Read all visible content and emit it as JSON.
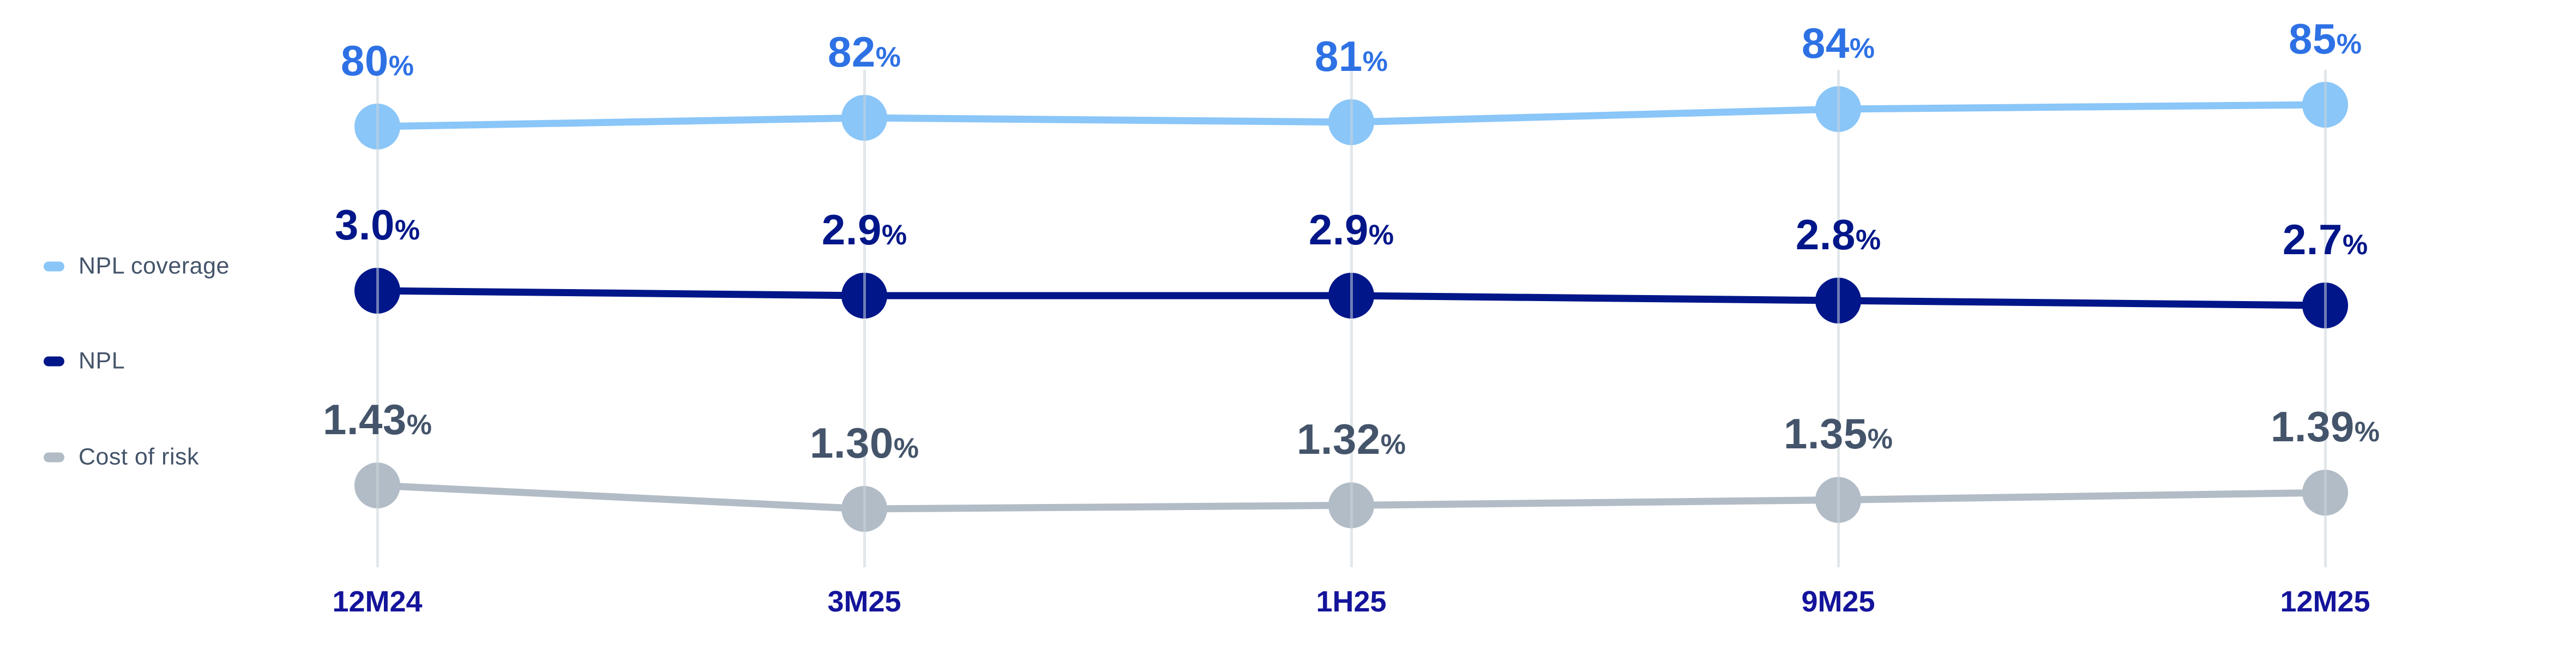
{
  "chart_data": {
    "type": "line",
    "categories": [
      "12M24",
      "3M25",
      "1H25",
      "9M25",
      "12M25"
    ],
    "series": [
      {
        "name": "NPL coverage",
        "values": [
          80,
          82,
          81,
          84,
          85
        ],
        "value_labels": [
          "80",
          "82",
          "81",
          "84",
          "85"
        ],
        "unit": "%",
        "color": "#8AC6F8",
        "label_color": "#2E71E5"
      },
      {
        "name": "NPL",
        "values": [
          3.0,
          2.9,
          2.9,
          2.8,
          2.7
        ],
        "value_labels": [
          "3.0",
          "2.9",
          "2.9",
          "2.8",
          "2.7"
        ],
        "unit": "%",
        "color": "#001689",
        "label_color": "#001689"
      },
      {
        "name": "Cost of risk",
        "values": [
          1.43,
          1.3,
          1.32,
          1.35,
          1.39
        ],
        "value_labels": [
          "1.43",
          "1.30",
          "1.32",
          "1.35",
          "1.39"
        ],
        "unit": "%",
        "color": "#B2BCC6",
        "label_color": "#44546A"
      }
    ],
    "title": "",
    "xlabel": "",
    "ylabel": "",
    "legend_position": "left",
    "grid": "vertical-per-category",
    "x_label_color": "#14149B",
    "gridline_color": "rgba(203,211,219,0.55)",
    "legend_text_color": "#44546A"
  }
}
